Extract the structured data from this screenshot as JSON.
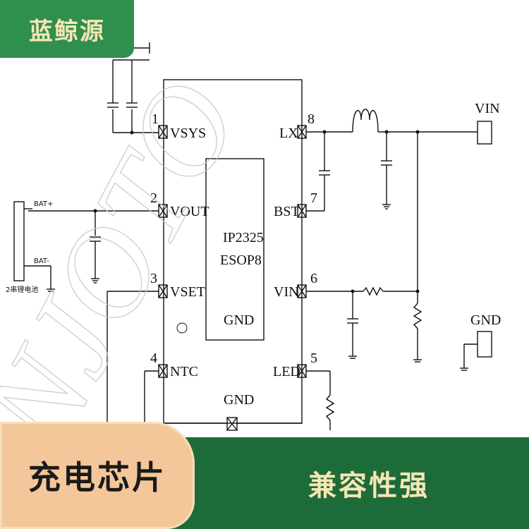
{
  "brand": {
    "name": "蓝鲸源"
  },
  "chip": {
    "part": "IP2325",
    "package": "ESOP8",
    "center_gnd": "GND"
  },
  "pins": {
    "p1": {
      "num": "1",
      "label": "VSYS"
    },
    "p2": {
      "num": "2",
      "label": "VOUT"
    },
    "p3": {
      "num": "3",
      "label": "VSET"
    },
    "p4": {
      "num": "4",
      "label": "NTC"
    },
    "p8": {
      "num": "8",
      "label": "LX"
    },
    "p7": {
      "num": "7",
      "label": "BST"
    },
    "p6": {
      "num": "6",
      "label": "VIN"
    },
    "p5": {
      "num": "5",
      "label": "LED"
    },
    "pgnd": {
      "label": "GND"
    }
  },
  "connectors": {
    "vin": "VIN",
    "gnd": "GND"
  },
  "battery": {
    "plus": "BAT+",
    "minus": "BAT-",
    "name": "2串锂电池"
  },
  "watermark": "NJOTO",
  "banner": {
    "left": "充电芯片",
    "right": "兼容性强"
  }
}
